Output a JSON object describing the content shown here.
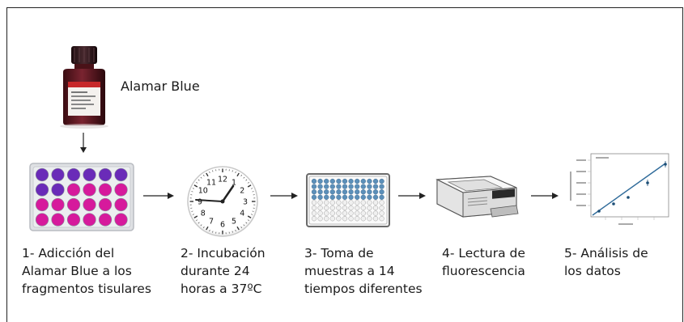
{
  "reagent": {
    "label": "Alamar Blue"
  },
  "steps": [
    {
      "lines": [
        "1- Adicción del",
        "Alamar Blue a los",
        "fragmentos tisulares"
      ]
    },
    {
      "lines": [
        "2- Incubación",
        "durante 24",
        "horas a 37ºC"
      ]
    },
    {
      "lines": [
        "3- Toma de",
        "muestras a 14",
        "tiempos diferentes"
      ]
    },
    {
      "lines": [
        "4- Lectura de",
        "fluorescencia"
      ]
    },
    {
      "lines": [
        "5- Análisis de",
        "los datos"
      ]
    }
  ],
  "clock": {
    "numbers": [
      "12",
      "1",
      "2",
      "3",
      "4",
      "5",
      "6",
      "7",
      "8",
      "9",
      "10",
      "11"
    ]
  },
  "colors": {
    "well_purple": "#6a2bb8",
    "well_magenta": "#d61a9c",
    "plate_blue": "#5b8fb9",
    "bottle_cap": "#2a1418",
    "bottle_body": "#5e1620",
    "graph_line": "#2f6b9a"
  }
}
